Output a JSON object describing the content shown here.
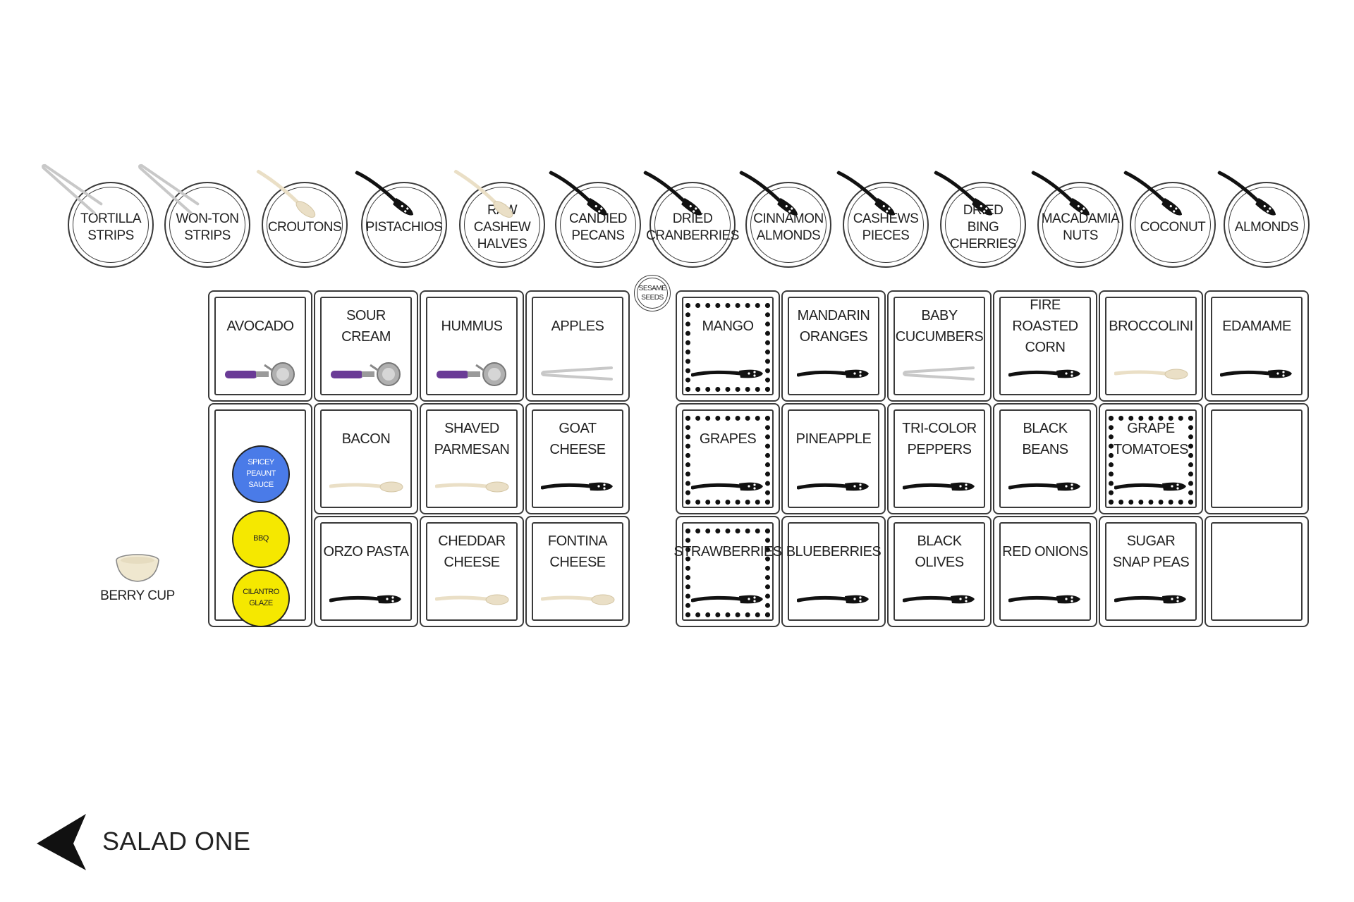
{
  "title": "SALAD ONE",
  "bowls": [
    {
      "label": "TORTILLA\nSTRIPS",
      "tool": "tongs"
    },
    {
      "label": "WON-TON\nSTRIPS",
      "tool": "tongs"
    },
    {
      "label": "CROUTONS",
      "tool": "spoon"
    },
    {
      "label": "PISTACHIOS",
      "tool": "black-spoon"
    },
    {
      "label": "RAW\nCASHEW\nHALVES",
      "tool": "spoon"
    },
    {
      "label": "CANDIED\nPECANS",
      "tool": "black-spoon"
    },
    {
      "label": "DRIED\nCRANBERRIES",
      "tool": "black-spoon"
    },
    {
      "label": "CINNAMON\nALMONDS",
      "tool": "black-spoon"
    },
    {
      "label": "CASHEWS\nPIECES",
      "tool": "black-spoon"
    },
    {
      "label": "DRIED BING\nCHERRIES",
      "tool": "black-spoon"
    },
    {
      "label": "MACADAMIA\nNUTS",
      "tool": "black-spoon"
    },
    {
      "label": "COCONUT",
      "tool": "black-spoon"
    },
    {
      "label": "ALMONDS",
      "tool": "black-spoon"
    }
  ],
  "sesame": "SESAME\nSEEDS",
  "left_pans": [
    [
      {
        "label": "AVOCADO",
        "tool": "scoop"
      },
      {
        "label": "SOUR\nCREAM",
        "tool": "scoop"
      },
      {
        "label": "HUMMUS",
        "tool": "scoop"
      },
      {
        "label": "APPLES",
        "tool": "tongs"
      }
    ],
    [
      {
        "label": "BACON",
        "tool": "spoon"
      },
      {
        "label": "SHAVED\nPARMESAN",
        "tool": "spoon"
      },
      {
        "label": "GOAT\nCHEESE",
        "tool": "black-spoon"
      }
    ],
    [
      {
        "label": "ORZO PASTA",
        "tool": "black-spoon"
      },
      {
        "label": "CHEDDAR\nCHEESE",
        "tool": "spoon"
      },
      {
        "label": "FONTINA\nCHEESE",
        "tool": "spoon"
      }
    ]
  ],
  "sauces": [
    {
      "label": "SPICEY\nPEAUNT\nSAUCE",
      "color": "#4a7be8"
    },
    {
      "label": "BBQ",
      "color": "#f5e800"
    },
    {
      "label": "CILANTRO\nGLAZE",
      "color": "#f5e800"
    }
  ],
  "right_pans": [
    [
      {
        "label": "MANGO",
        "tool": "black-spoon",
        "dotted": true
      },
      {
        "label": "MANDARIN\nORANGES",
        "tool": "black-spoon",
        "dotted": false
      },
      {
        "label": "BABY\nCUCUMBERS",
        "tool": "tongs",
        "dotted": false
      },
      {
        "label": "FIRE\nROASTED CORN",
        "tool": "black-spoon",
        "dotted": false
      },
      {
        "label": "BROCCOLINI",
        "tool": "spoon",
        "dotted": false
      },
      {
        "label": "EDAMAME",
        "tool": "black-spoon",
        "dotted": false
      }
    ],
    [
      {
        "label": "GRAPES",
        "tool": "black-spoon",
        "dotted": true
      },
      {
        "label": "PINEAPPLE",
        "tool": "black-spoon",
        "dotted": false
      },
      {
        "label": "TRI-COLOR\nPEPPERS",
        "tool": "black-spoon",
        "dotted": false
      },
      {
        "label": "BLACK\nBEANS",
        "tool": "black-spoon",
        "dotted": false
      },
      {
        "label": "GRAPE\nTOMATOES",
        "tool": "black-spoon",
        "dotted": true
      },
      {
        "label": "",
        "tool": "",
        "dotted": false
      }
    ],
    [
      {
        "label": "STRAWBERRIES",
        "tool": "black-spoon",
        "dotted": true
      },
      {
        "label": "BLUEBERRIES",
        "tool": "black-spoon",
        "dotted": false
      },
      {
        "label": "BLACK OLIVES",
        "tool": "black-spoon",
        "dotted": false
      },
      {
        "label": "RED ONIONS",
        "tool": "black-spoon",
        "dotted": false
      },
      {
        "label": "SUGAR\nSNAP PEAS",
        "tool": "black-spoon",
        "dotted": false
      },
      {
        "label": "",
        "tool": "",
        "dotted": false
      }
    ]
  ],
  "berry_cup": "BERRY CUP"
}
